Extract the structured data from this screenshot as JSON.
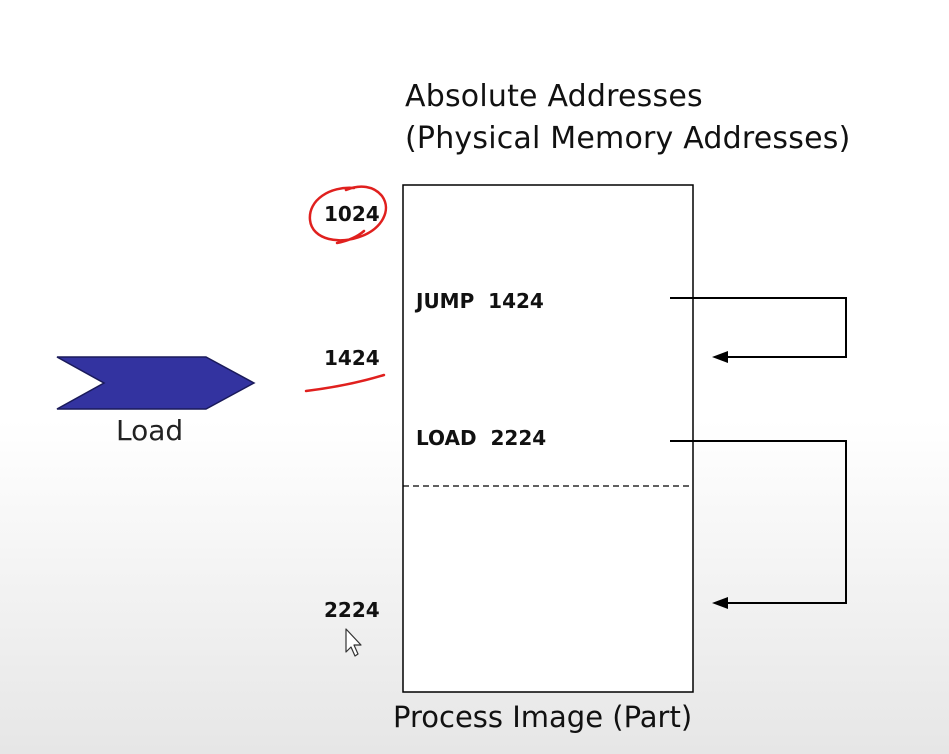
{
  "header": {
    "title_line1": "Absolute Addresses",
    "title_line2": "(Physical Memory Addresses)"
  },
  "addresses": {
    "addr_1024": "1024",
    "addr_1424": "1424",
    "addr_2224": "2224"
  },
  "instructions": {
    "jump": "JUMP  1424",
    "load": "LOAD  2224"
  },
  "load_arrow_label": "Load",
  "caption": "Process Image (Part)",
  "colors": {
    "load_arrow_fill": "#3333a0",
    "annotation_red": "#e0201e",
    "line_black": "#000000"
  }
}
